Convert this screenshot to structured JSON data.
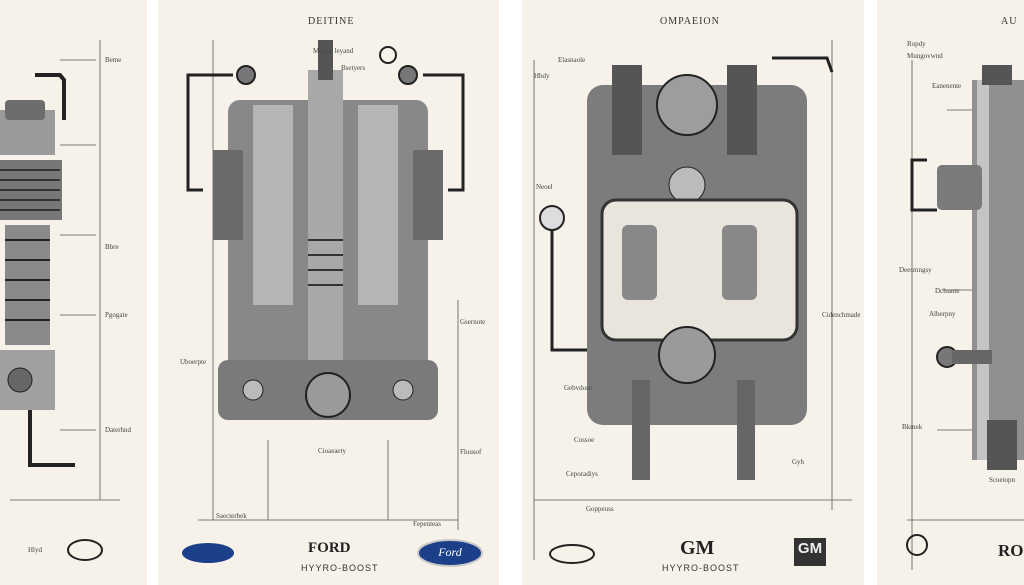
{
  "panels": [
    {
      "title": "",
      "labels": [
        "Beme",
        "Bbre",
        "Pgogate",
        "Daterhnd"
      ],
      "bottom": [
        "Hlyd"
      ]
    },
    {
      "title": "DEITINE",
      "labels": [
        "Mogge leyand",
        "Bsetyers",
        "Uboerpte",
        "Gsernote",
        "Fluusof",
        "Saecterbek",
        "Cioaeaety",
        "Fepenteas"
      ],
      "brand": "FORD",
      "subtitle": "HYYRO-BOOST",
      "logo": "Ford"
    },
    {
      "title": "OMPAEION",
      "labels": [
        "Elasnaole",
        "Hbdy",
        "Neoel",
        "Cidenchmade",
        "Gebvdose",
        "Cossoe",
        "Ceporadiys",
        "Goppeuss",
        "Gyh"
      ],
      "brand": "GM",
      "subtitle": "HYYRO-BOOST",
      "logo": "GM"
    },
    {
      "title": "AU",
      "labels": [
        "Ropdy",
        "Mungovwnd",
        "Eanenente",
        "Deesmngsy",
        "Dclsante",
        "Alberpny",
        "Bkmek",
        "Scuetopn"
      ],
      "brand": "RO"
    }
  ]
}
